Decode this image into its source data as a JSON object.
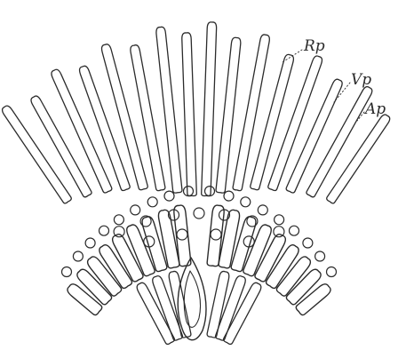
{
  "labels": {
    "rp": "Rp",
    "vp": "Vp",
    "ap": "Ap"
  }
}
